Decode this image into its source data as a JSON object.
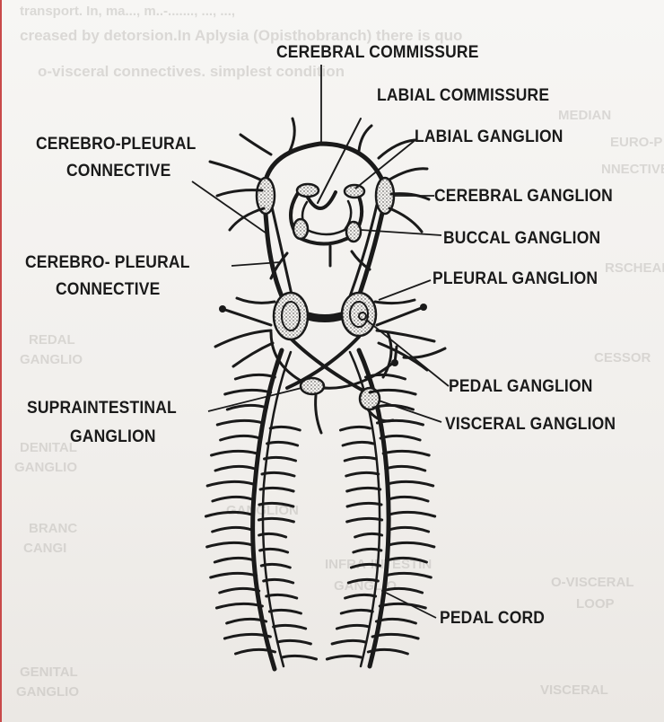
{
  "labels": {
    "cerebral_commissure": "CEREBRAL COMMISSURE",
    "labial_commissure": "LABIAL COMMISSURE",
    "labial_ganglion": "LABIAL GANGLION",
    "cerebro_pleural_connective_1_line1": "CEREBRO-PLEURAL",
    "cerebro_pleural_connective_1_line2": "CONNECTIVE",
    "cerebral_ganglion": "CEREBRAL GANGLION",
    "buccal_ganglion": "BUCCAL GANGLION",
    "cerebro_pleural_connective_2_line1": "CEREBRO- PLEURAL",
    "cerebro_pleural_connective_2_line2": "CONNECTIVE",
    "pleural_ganglion": "PLEURAL GANGLION",
    "pedal_ganglion": "PEDAL GANGLION",
    "supraintestinal_ganglion_line1": "SUPRAINTESTINAL",
    "supraintestinal_ganglion_line2": "GANGLION",
    "visceral_ganglion": "VISCERAL GANGLION",
    "pedal_cord": "PEDAL CORD"
  },
  "bleed_through": {
    "top_line_1": "transport. In, ma..., m..-......., ..., ...,",
    "top_line_2": "creased by detorsion.In Aplysia (Opisthobranch) there is quo",
    "top_line_3": "o-visceral connectives. simplest condition",
    "t1": "EURO-P",
    "t2": "NNECTIVE",
    "t3": "RSCHEALOR",
    "t4": "CESSOR",
    "t5": "REDAL",
    "t6": "GANGLIO",
    "t7": "DENITAL",
    "t8": "GANGLIO",
    "t9": "BRANC",
    "t10": "CANGI",
    "t11": "GENITAL",
    "t12": "GANGLIO",
    "t13": "INFRA-INTESTIN",
    "t14": "GANGLIO",
    "t15": "VISCERAL",
    "t16": "O-VISCERAL",
    "t17": "LOOP",
    "t18": "MEDIAN",
    "t19": "GANGLION"
  },
  "colors": {
    "ink": "#1a1a1a",
    "paper": "#f4f2ef",
    "bleed": "#b9b6b2",
    "border": "#c94a4a"
  }
}
